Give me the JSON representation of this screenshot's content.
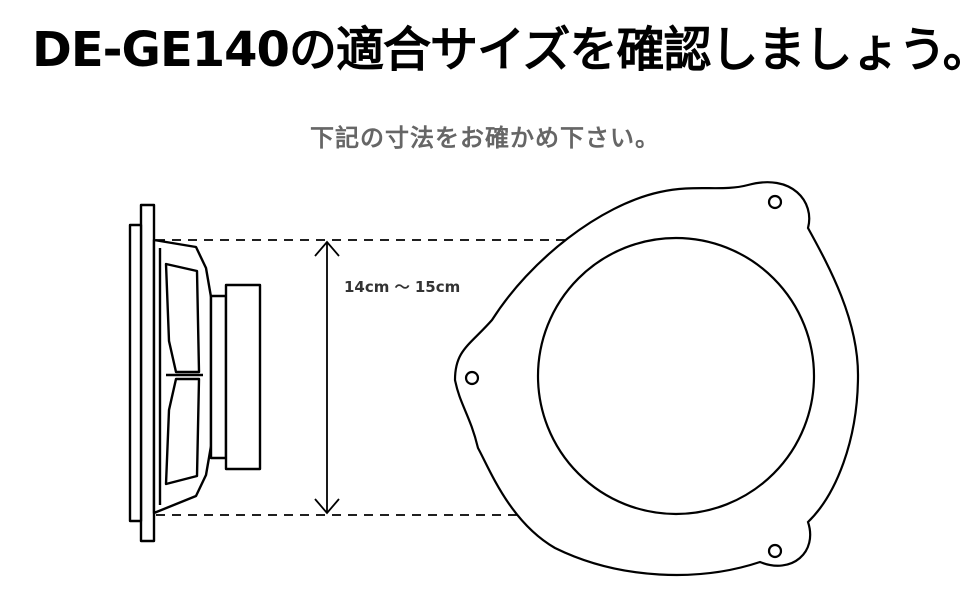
{
  "title": "DE-GE140の適合サイズを確認しましょう。",
  "subtitle": "下記の寸法をお確かめ下さい。",
  "dimension_label": "14cm 〜 15cm",
  "colors": {
    "title": "#000000",
    "subtitle": "#666666",
    "line": "#000000",
    "dimension_text": "#333333"
  }
}
